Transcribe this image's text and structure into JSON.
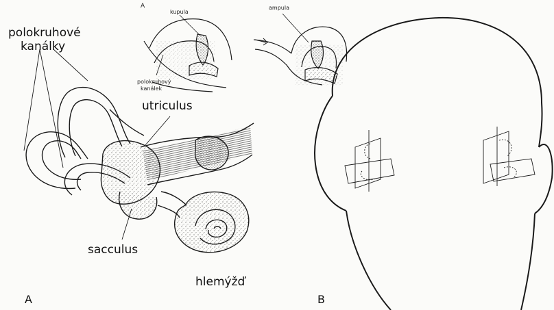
{
  "panel_a": {
    "letter": "A",
    "labels": {
      "canals_line1": "polokruhové",
      "canals_line2": "kanálky",
      "utriculus": "utriculus",
      "sacculus": "sacculus",
      "cochlea": "hlemýžď"
    },
    "inset": {
      "letter": "A",
      "cupula": "kupula",
      "ampulla": "ampula",
      "canal_line1": "polokruhový",
      "canal_line2": "kanálek"
    }
  },
  "panel_b": {
    "letter": "B"
  },
  "colors": {
    "ink": "#1a1a1a",
    "paper": "#fbfbf9"
  }
}
